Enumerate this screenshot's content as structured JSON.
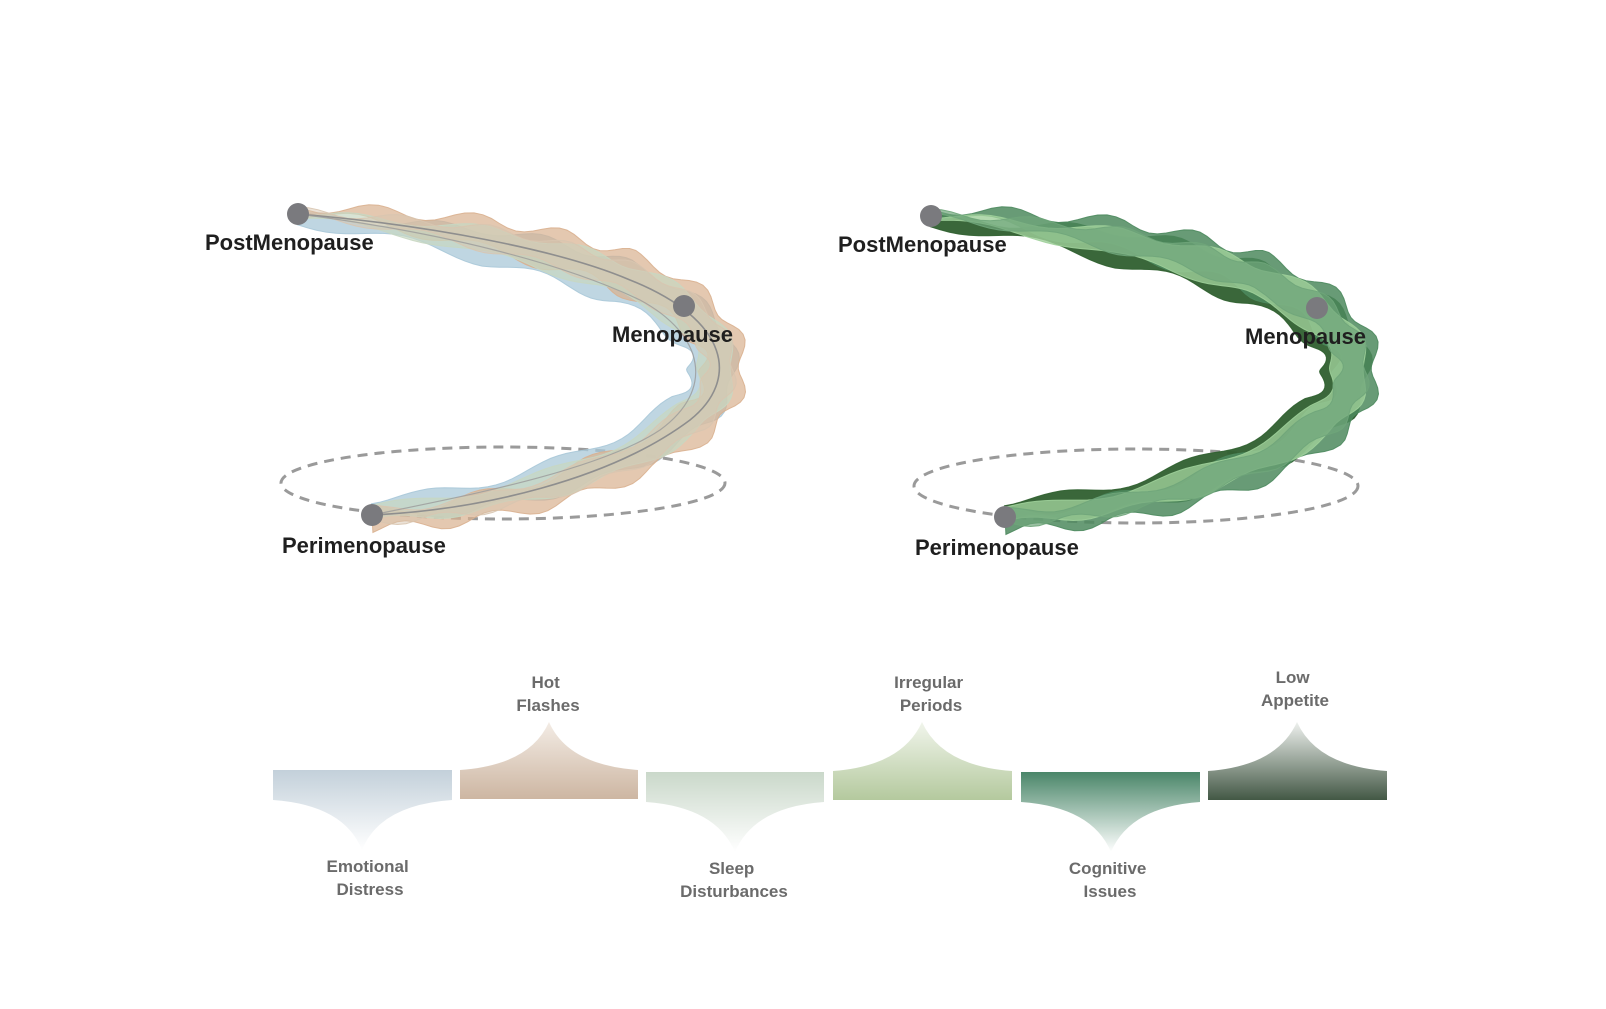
{
  "diagrams": [
    {
      "id": "left",
      "stages": {
        "post": "PostMenopause",
        "meno": "Menopause",
        "peri": "Perimenopause"
      }
    },
    {
      "id": "right",
      "stages": {
        "post": "PostMenopause",
        "meno": "Menopause",
        "peri": "Perimenopause"
      }
    }
  ],
  "legend": {
    "items": [
      {
        "lines": [
          "Emotional",
          "Distress"
        ],
        "color": "#c9d5de",
        "direction": "down"
      },
      {
        "lines": [
          "Hot",
          "Flashes"
        ],
        "color": "#d2bfae",
        "direction": "up"
      },
      {
        "lines": [
          "Sleep",
          "Disturbances"
        ],
        "color": "#cfdcd0",
        "direction": "down"
      },
      {
        "lines": [
          "Irregular",
          "Periods"
        ],
        "color": "#b8cca2",
        "direction": "up"
      },
      {
        "lines": [
          "Cognitive",
          "Issues"
        ],
        "color": "#4e8a6e",
        "direction": "down"
      },
      {
        "lines": [
          "Low",
          "Appetite"
        ],
        "color": "#4b5f4d",
        "direction": "up"
      }
    ]
  },
  "colors": {
    "left_ribbons": [
      "#a9c8d8",
      "#d9b08f",
      "#c8d7c2",
      "#d8c5b0"
    ],
    "right_ribbons": [
      "#2f5f2f",
      "#4d8a5e",
      "#9fd09a",
      "#6fa57a"
    ],
    "node": "#7a7a7e",
    "dashed_ellipse": "#9a9a9a",
    "spine": "#8e8e8e"
  }
}
